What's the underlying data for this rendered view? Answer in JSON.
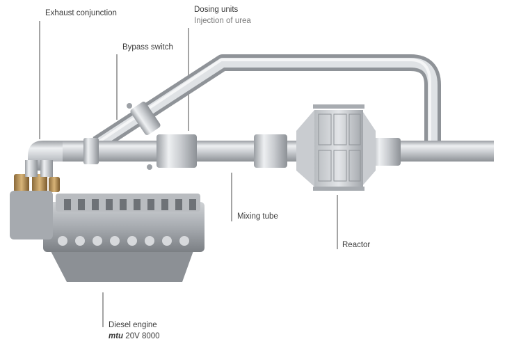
{
  "labels": {
    "exhaust_conjunction": "Exhaust conjunction",
    "dosing_units": "Dosing units",
    "injection_of_urea": "Injection of urea",
    "bypass_switch": "Bypass switch",
    "mixing_tube": "Mixing tube",
    "reactor": "Reactor",
    "diesel_engine": "Diesel engine",
    "engine_brand": "mtu",
    "engine_model": "20V 8000"
  }
}
